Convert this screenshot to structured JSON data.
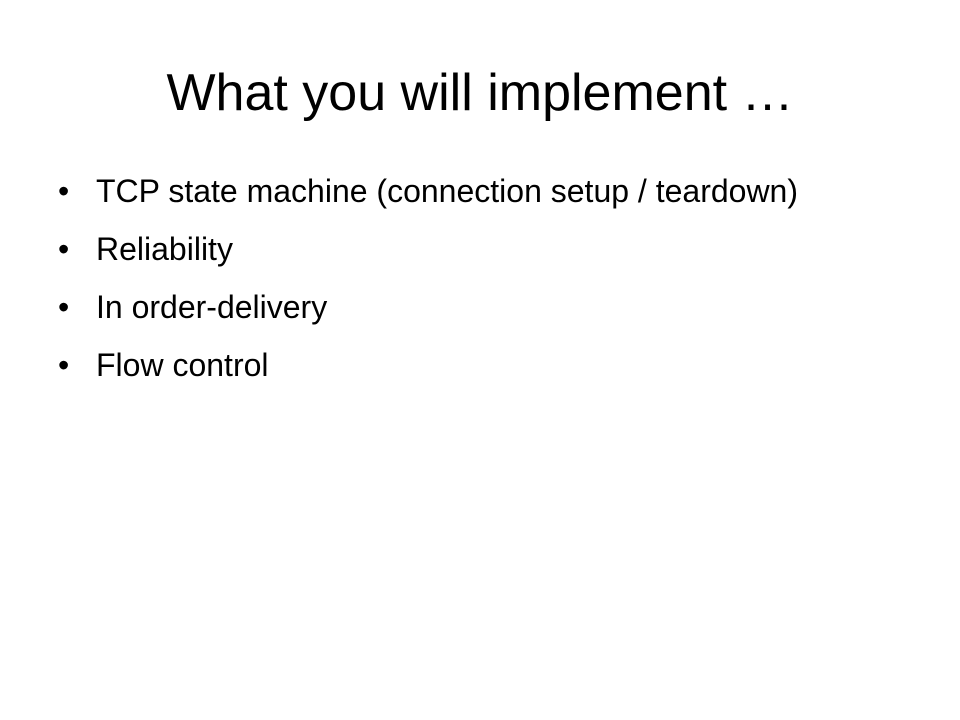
{
  "slide": {
    "title": "What you will implement …",
    "bullet_marker": "•",
    "bullets": [
      {
        "text": "TCP state machine (connection setup / teardown)"
      },
      {
        "text": "Reliability"
      },
      {
        "text": "In order-delivery"
      },
      {
        "text": "Flow control"
      }
    ]
  }
}
